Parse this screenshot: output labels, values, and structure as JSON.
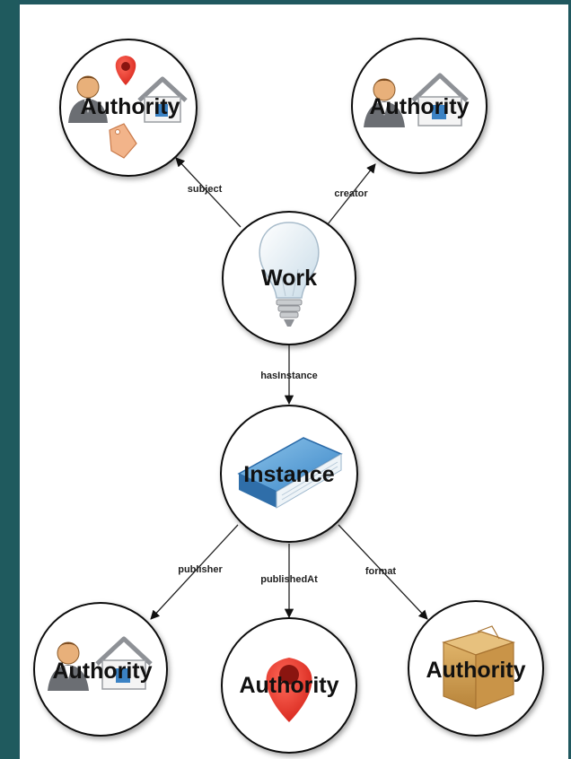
{
  "diagram": {
    "nodes": {
      "auth_subject": {
        "label": "Authority",
        "icons": [
          "person-icon",
          "map-pin-icon",
          "house-icon",
          "tag-icon"
        ]
      },
      "auth_creator": {
        "label": "Authority",
        "icons": [
          "person-icon",
          "house-icon"
        ]
      },
      "work": {
        "label": "Work",
        "icons": [
          "lightbulb-icon"
        ]
      },
      "instance": {
        "label": "Instance",
        "icons": [
          "book-icon"
        ]
      },
      "auth_publisher": {
        "label": "Authority",
        "icons": [
          "person-icon",
          "house-icon"
        ]
      },
      "auth_place": {
        "label": "Authority",
        "icons": [
          "map-pin-icon"
        ]
      },
      "auth_format": {
        "label": "Authority",
        "icons": [
          "box-icon"
        ]
      }
    },
    "edges": {
      "subject": {
        "label": "subject",
        "from": "Work",
        "to": "Authority"
      },
      "creator": {
        "label": "creator",
        "from": "Work",
        "to": "Authority"
      },
      "hasInstance": {
        "label": "hasInstance",
        "from": "Work",
        "to": "Instance"
      },
      "publisher": {
        "label": "publisher",
        "from": "Instance",
        "to": "Authority"
      },
      "publishedAt": {
        "label": "publishedAt",
        "from": "Instance",
        "to": "Authority"
      },
      "format": {
        "label": "format",
        "from": "Instance",
        "to": "Authority"
      }
    }
  }
}
